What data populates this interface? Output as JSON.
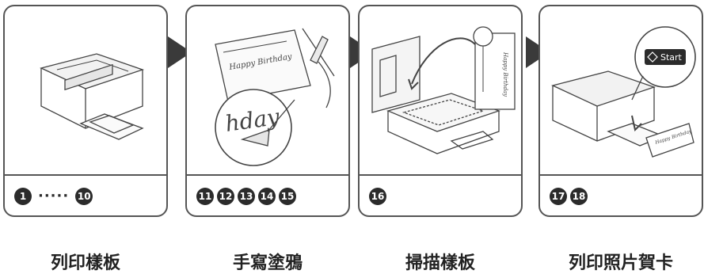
{
  "panels": [
    {
      "steps": [
        "1",
        "10"
      ],
      "dots": "·····",
      "caption": "列印樣板"
    },
    {
      "steps": [
        "11",
        "12",
        "13",
        "14",
        "15"
      ],
      "caption": "手寫塗鴉"
    },
    {
      "steps": [
        "16"
      ],
      "caption": "掃描樣板"
    },
    {
      "steps": [
        "17",
        "18"
      ],
      "caption": "列印照片賀卡"
    }
  ],
  "illustration_text": {
    "happy_birthday": "Happy Birthday",
    "handwriting": "hday",
    "start_button": "Start"
  },
  "colors": {
    "border": "#555555",
    "arrow": "#3a3a3a",
    "badge": "#2b2b2b"
  }
}
